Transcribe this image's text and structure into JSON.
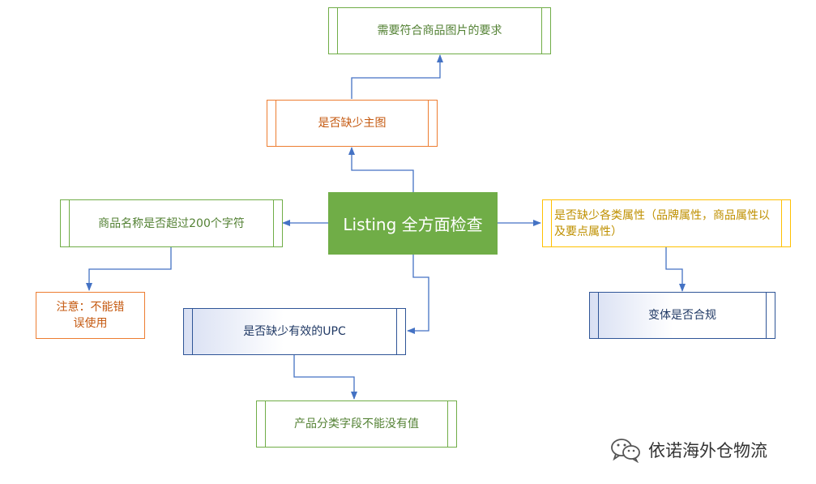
{
  "center": {
    "label": "Listing 全方面检查"
  },
  "nodes": {
    "image_requirement": "需要符合商品图片的要求",
    "missing_main_image": "是否缺少主图",
    "title_length": "商品名称是否超过200个字符",
    "title_note": "注意：不能错误使用",
    "missing_attributes": "是否缺少各类属性（品牌属性，商品属性以及要点属性）",
    "variation_compliance": "变体是否合规",
    "missing_upc": "是否缺少有效的UPC",
    "category_field": "产品分类字段不能没有值"
  },
  "watermark": {
    "text": "依诺海外仓物流",
    "icon": "wechat-icon"
  },
  "colors": {
    "center_fill": "#70ad47",
    "green_border": "#70ad47",
    "orange_border": "#ed7d31",
    "yellow_border": "#ffc000",
    "navy_border": "#2f5597",
    "connector": "#4472c4"
  }
}
